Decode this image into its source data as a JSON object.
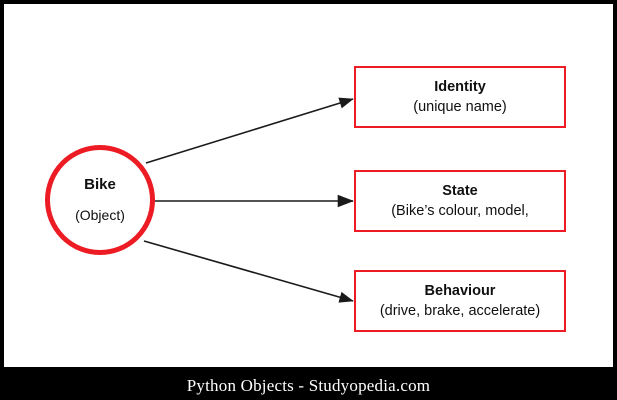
{
  "diagram": {
    "object": {
      "name": "Bike",
      "sublabel": "(Object)",
      "shape": "circle",
      "border_color": "#ED1C24"
    },
    "attributes": [
      {
        "title": "Identity",
        "sublabel": "(unique name)",
        "border_color": "#ED1C24"
      },
      {
        "title": "State",
        "sublabel": "(Bike’s colour, model,",
        "border_color": "#ED1C24"
      },
      {
        "title": "Behaviour",
        "sublabel": "(drive, brake, accelerate)",
        "border_color": "#ED1C24"
      }
    ],
    "connectors": [
      {
        "name": "arrow-to-identity",
        "from": "Bike",
        "to": "Identity"
      },
      {
        "name": "arrow-to-state",
        "from": "Bike",
        "to": "State"
      },
      {
        "name": "arrow-to-behaviour",
        "from": "Bike",
        "to": "Behaviour"
      }
    ]
  },
  "caption": {
    "text": "Python Objects - Studyopedia.com",
    "background_color": "#000000",
    "text_color": "#FFFFFF"
  }
}
